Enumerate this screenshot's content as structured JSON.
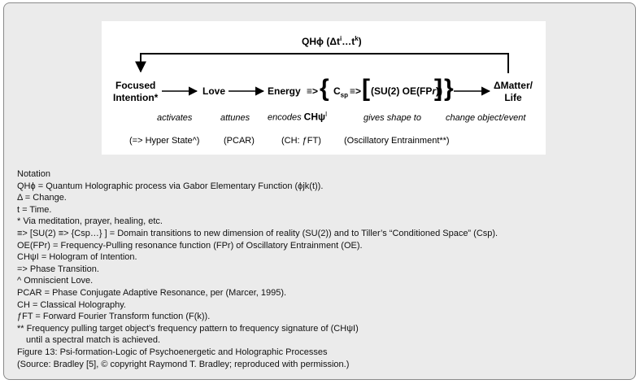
{
  "diagram": {
    "loop_label": "QHϕ (Δt",
    "loop_label_sup1": "i",
    "loop_label_mid": "…t",
    "loop_label_sup2": "k",
    "loop_label_end": ")",
    "nodes": {
      "focused_line1": "Focused",
      "focused_line2": "Intention*",
      "love": "Love",
      "energy": "Energy",
      "arrow_equiv1": "≡>",
      "csp_c": "C",
      "csp_sub": "sp",
      "arrow_equiv2": "≡>",
      "su_oe": "(SU(2) OE(FP",
      "su_oe_r": "r",
      "su_oe_end": "))",
      "matter_line1": "ΔMatter/",
      "matter_line2": "Life"
    },
    "verbs": {
      "activates": "activates",
      "attunes": "attunes",
      "encodes": "encodes ",
      "encodes_chpsi": "CHψ",
      "encodes_sup": "I",
      "gives_shape": "gives shape to",
      "change_object": "change object/event"
    },
    "notes_row": {
      "hyper": "(=> Hyper State^)",
      "pcar": "(PCAR)",
      "ch": "(CH: ƒFT)",
      "oscillatory": "(Oscillatory Entrainment**)"
    }
  },
  "notation": [
    "Notation",
    "QHϕ = Quantum Holographic process via Gabor Elementary Function (ϕjk(t)).",
    "Δ = Change.",
    "t = Time.",
    "* Via meditation, prayer, healing, etc.",
    "≡> [SU(2) ≡> {Csp…} ]  = Domain transitions to new dimension of reality (SU(2)) and to Tiller’s “Conditioned Space” (Csp).",
    "OE(FPr) = Frequency-Pulling resonance function (FPr) of Oscillatory Entrainment (OE).",
    "CHψI  = Hologram of Intention.",
    "=> Phase Transition.",
    "^ Omniscient Love.",
    "PCAR = Phase Conjugate Adaptive Resonance, per (Marcer, 1995).",
    "CH = Classical Holography.",
    "ƒFT = Forward Fourier Transform function (F(k)).",
    "** Frequency pulling target object’s frequency pattern to frequency signature of (CHψI)",
    "until a spectral match is achieved.",
    "Figure 13: Psi-formation-Logic of Psychoenergetic and Holographic Processes",
    "(Source: Bradley [5], © copyright Raymond T. Bradley; reproduced with permission.)"
  ]
}
